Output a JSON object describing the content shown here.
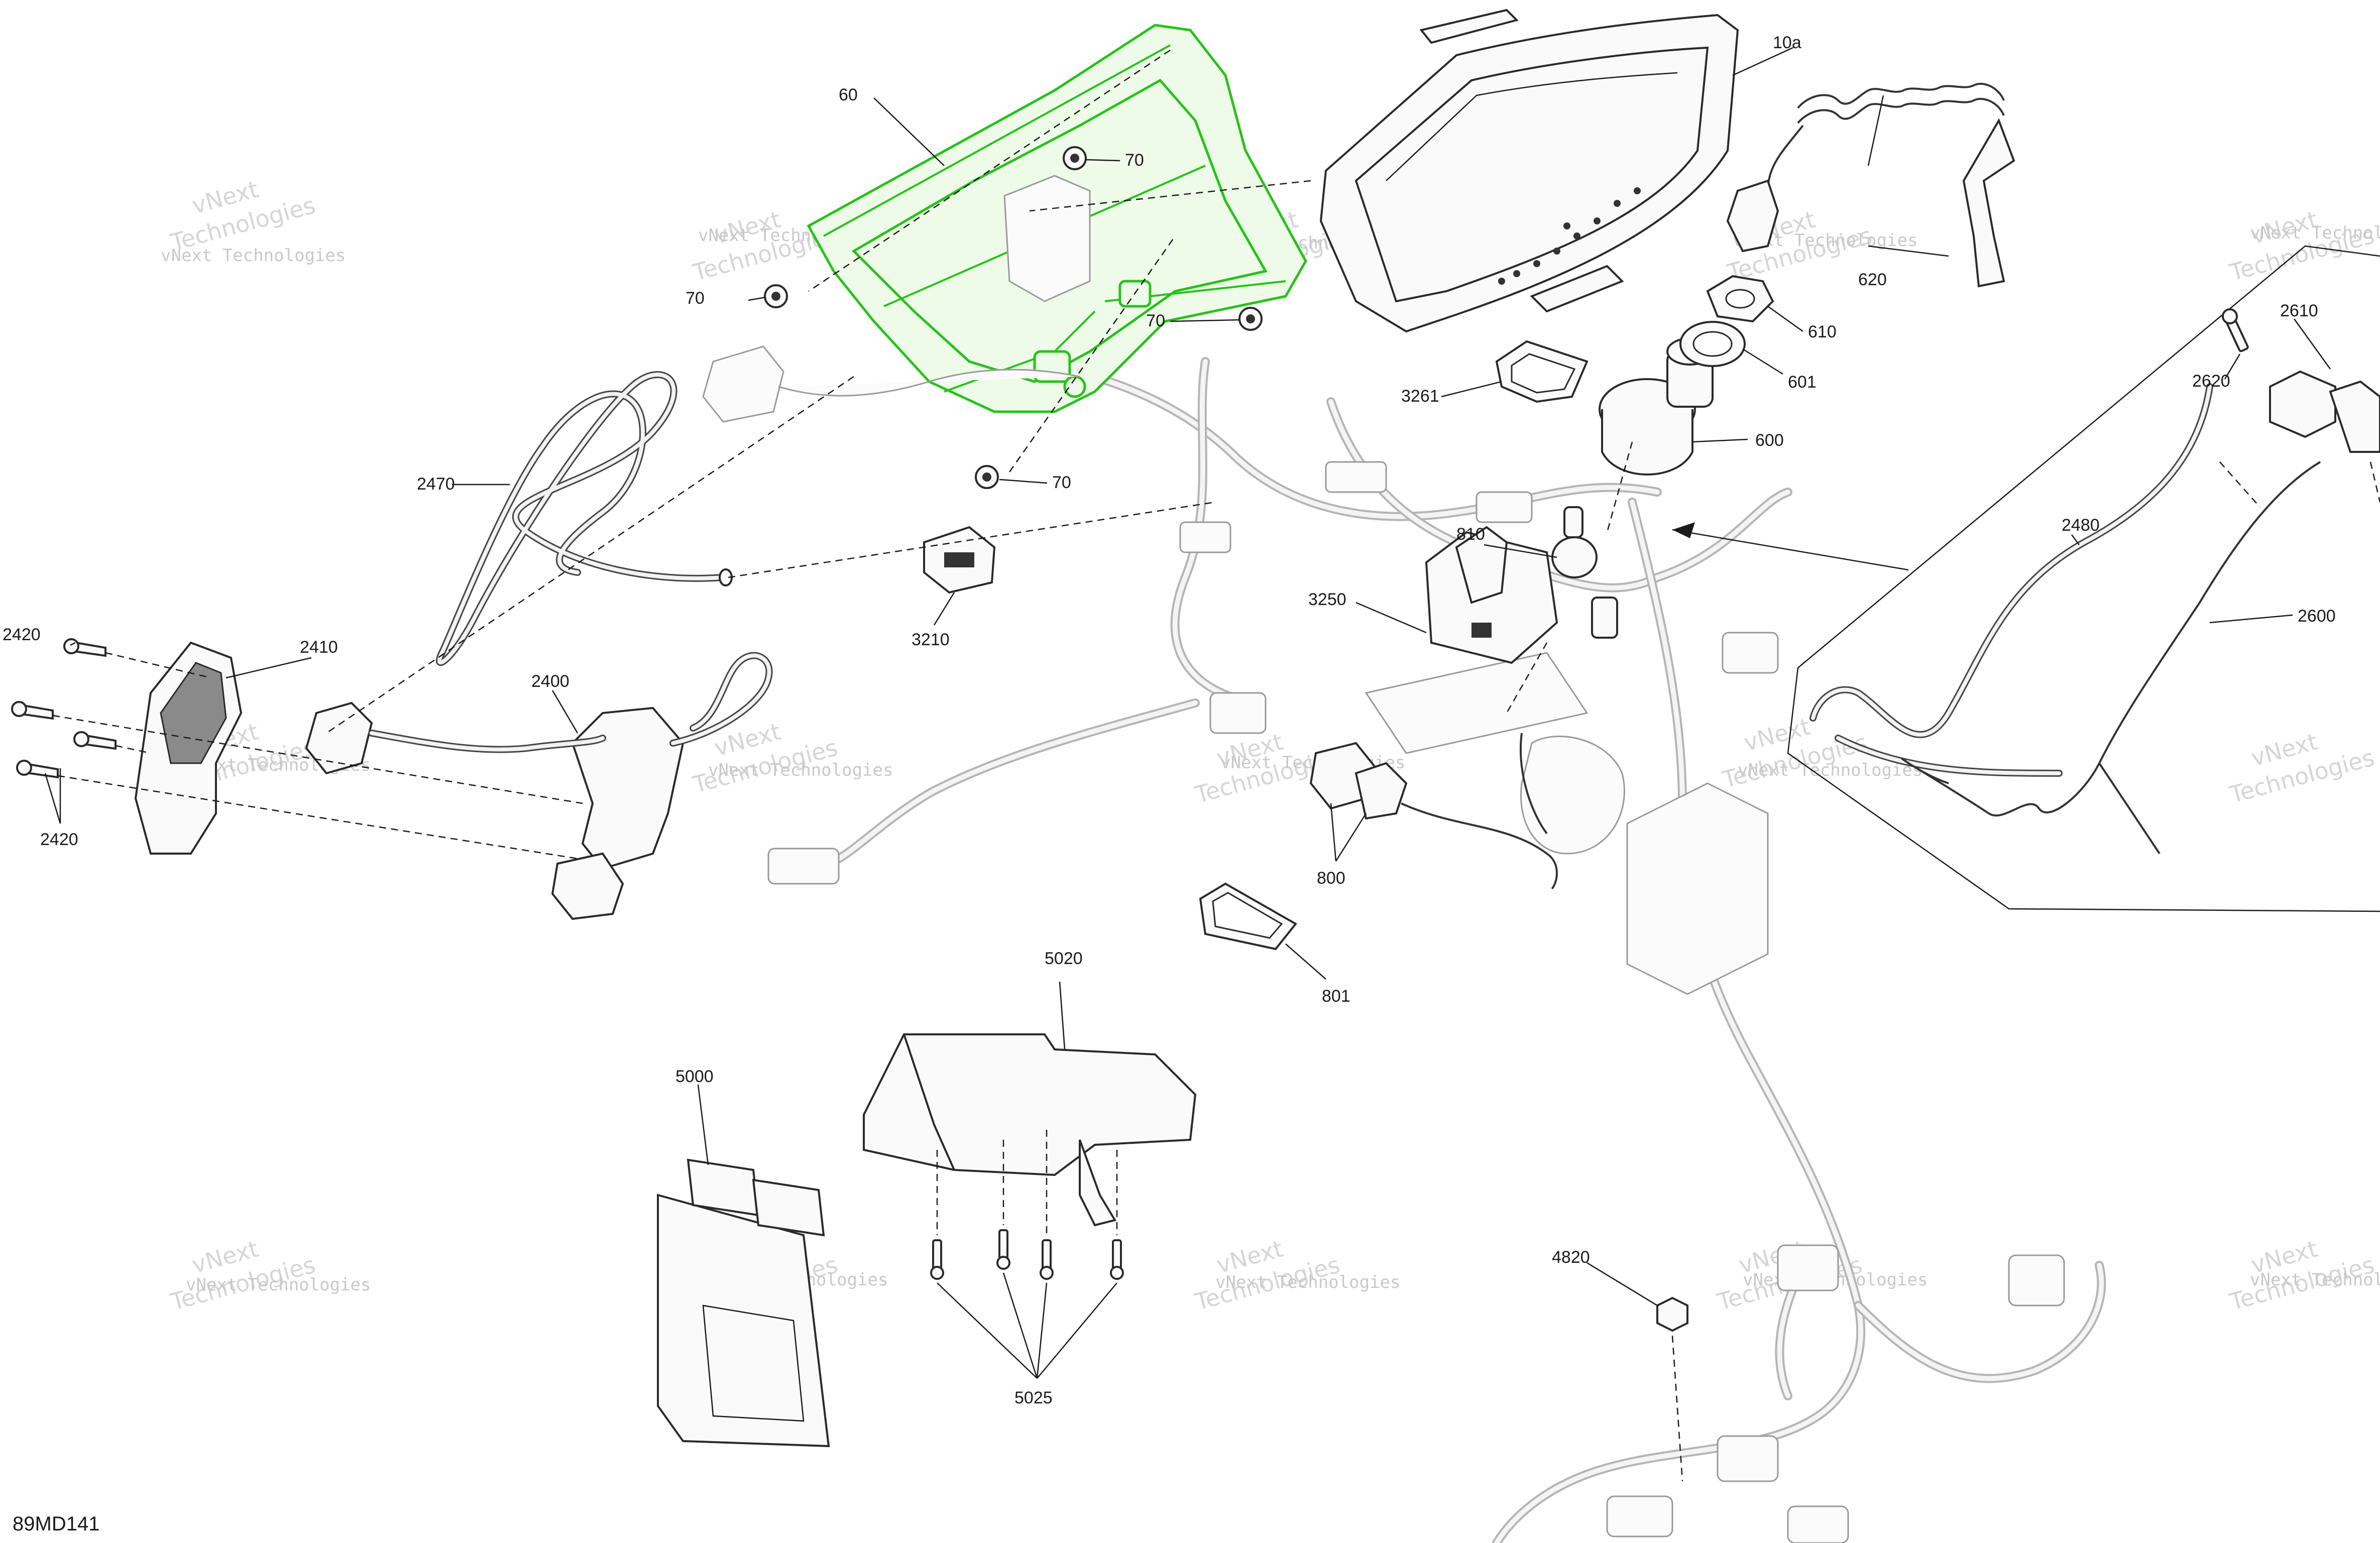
{
  "document_id": "89MD141",
  "watermark": [
    "vNext Technologies",
    "vNext",
    "Technologies"
  ],
  "highlight_color": "#27c21a",
  "callouts": [
    {
      "id": "10a",
      "text": "10a"
    },
    {
      "id": "60",
      "text": "60"
    },
    {
      "id": "70a",
      "text": "70"
    },
    {
      "id": "70b",
      "text": "70"
    },
    {
      "id": "70c",
      "text": "70"
    },
    {
      "id": "70d",
      "text": "70"
    },
    {
      "id": "620",
      "text": "620"
    },
    {
      "id": "610",
      "text": "610"
    },
    {
      "id": "601",
      "text": "601"
    },
    {
      "id": "600",
      "text": "600"
    },
    {
      "id": "3261",
      "text": "3261"
    },
    {
      "id": "2610",
      "text": "2610"
    },
    {
      "id": "2620",
      "text": "2620"
    },
    {
      "id": "2480",
      "text": "2480"
    },
    {
      "id": "2600",
      "text": "2600"
    },
    {
      "id": "2470",
      "text": "2470"
    },
    {
      "id": "3210",
      "text": "3210"
    },
    {
      "id": "810",
      "text": "810"
    },
    {
      "id": "3250",
      "text": "3250"
    },
    {
      "id": "2420a",
      "text": "2420"
    },
    {
      "id": "2410",
      "text": "2410"
    },
    {
      "id": "2400",
      "text": "2400"
    },
    {
      "id": "2420b",
      "text": "2420"
    },
    {
      "id": "800",
      "text": "800"
    },
    {
      "id": "801",
      "text": "801"
    },
    {
      "id": "5020",
      "text": "5020"
    },
    {
      "id": "5000",
      "text": "5000"
    },
    {
      "id": "5025",
      "text": "5025"
    },
    {
      "id": "4820",
      "text": "4820"
    }
  ]
}
